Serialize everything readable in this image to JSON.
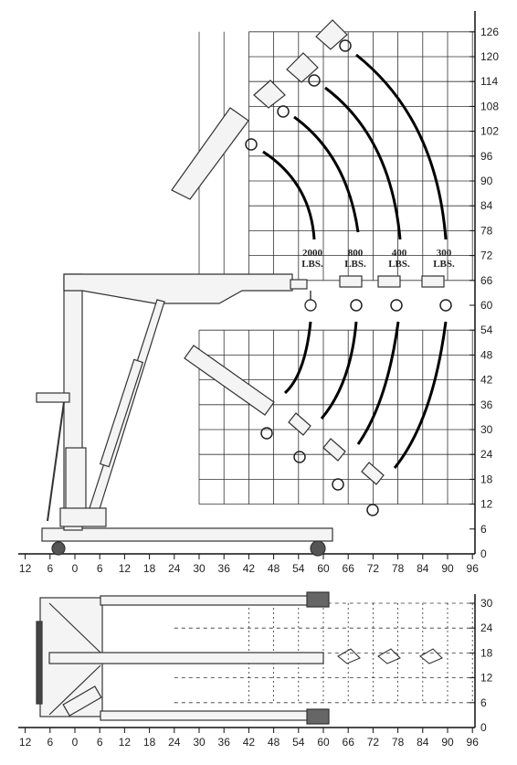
{
  "side_view": {
    "y_axis_ticks": [
      "0",
      "6",
      "12",
      "18",
      "24",
      "30",
      "36",
      "42",
      "48",
      "54",
      "60",
      "66",
      "72",
      "78",
      "84",
      "90",
      "96",
      "102",
      "108",
      "114",
      "120",
      "126"
    ],
    "x_axis_ticks": [
      "12",
      "6",
      "0",
      "6",
      "12",
      "18",
      "24",
      "30",
      "36",
      "42",
      "48",
      "54",
      "60",
      "66",
      "72",
      "78",
      "84",
      "90",
      "96"
    ],
    "capacity_labels": [
      {
        "weight": "2000",
        "unit": "LBS."
      },
      {
        "weight": "800",
        "unit": "LBS."
      },
      {
        "weight": "400",
        "unit": "LBS."
      },
      {
        "weight": "300",
        "unit": "LBS."
      }
    ]
  },
  "top_view": {
    "y_axis_ticks": [
      "0",
      "6",
      "12",
      "18",
      "24",
      "30"
    ],
    "x_axis_ticks": [
      "12",
      "6",
      "0",
      "6",
      "12",
      "18",
      "24",
      "30",
      "36",
      "42",
      "48",
      "54",
      "60",
      "66",
      "72",
      "78",
      "84",
      "90",
      "96"
    ]
  }
}
